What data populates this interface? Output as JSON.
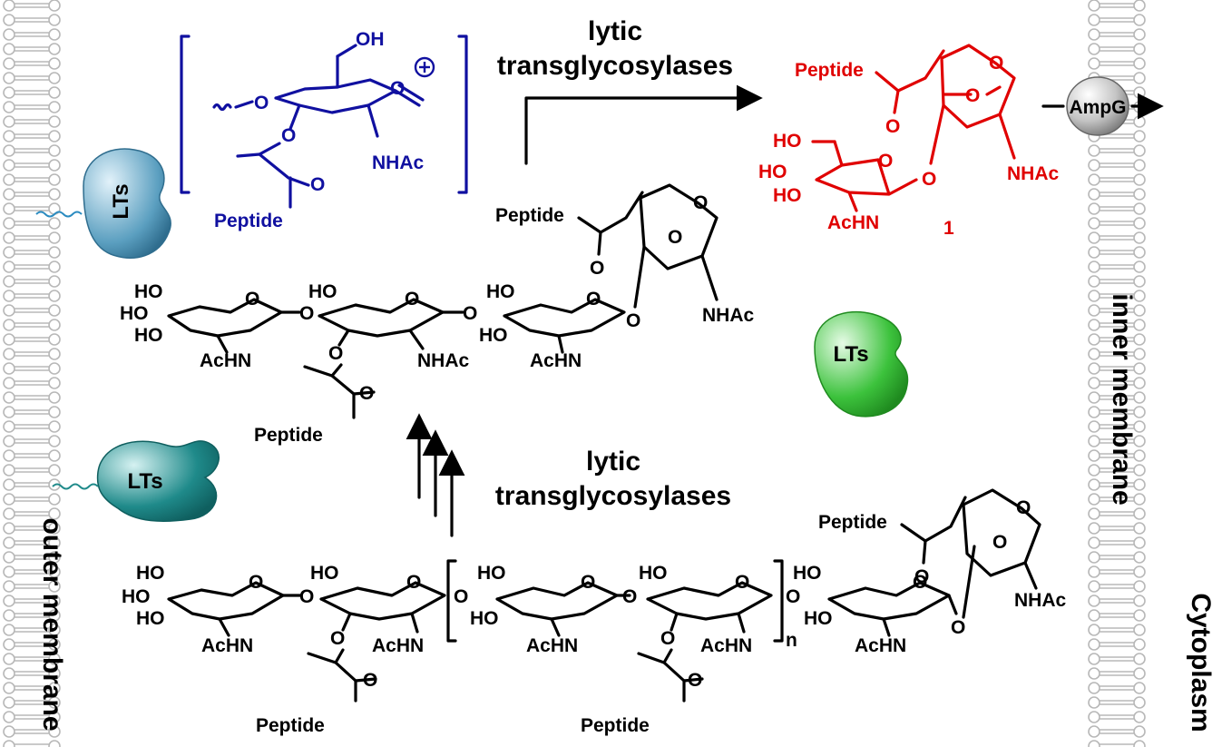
{
  "labels": {
    "top_enzyme_1": "lytic",
    "top_enzyme_2": "transglycosylases",
    "mid_enzyme_1": "lytic",
    "mid_enzyme_2": "transglycosylases",
    "outer_membrane": "outer membrane",
    "inner_membrane": "inner membrane",
    "cytoplasm": "Cytoplasm",
    "ampg": "AmpG",
    "lts": "LTs",
    "compound_number": "1",
    "n_subscript": "n"
  },
  "atoms": {
    "peptide": "Peptide",
    "nhac": "NHAc",
    "achn": "AcHN",
    "ho": "HO",
    "oh": "OH",
    "o": "O"
  },
  "colors": {
    "product": "#e00000",
    "intermediate": "#1010a0",
    "lts_blue": "#5b9fc0",
    "lts_teal": "#1f8a8a",
    "lts_green": "#3cc23c",
    "membrane": "#b8b8b8",
    "ampg": "#bdbdbd"
  },
  "icons": {
    "charge": "oxocarbenium-plus-icon"
  }
}
